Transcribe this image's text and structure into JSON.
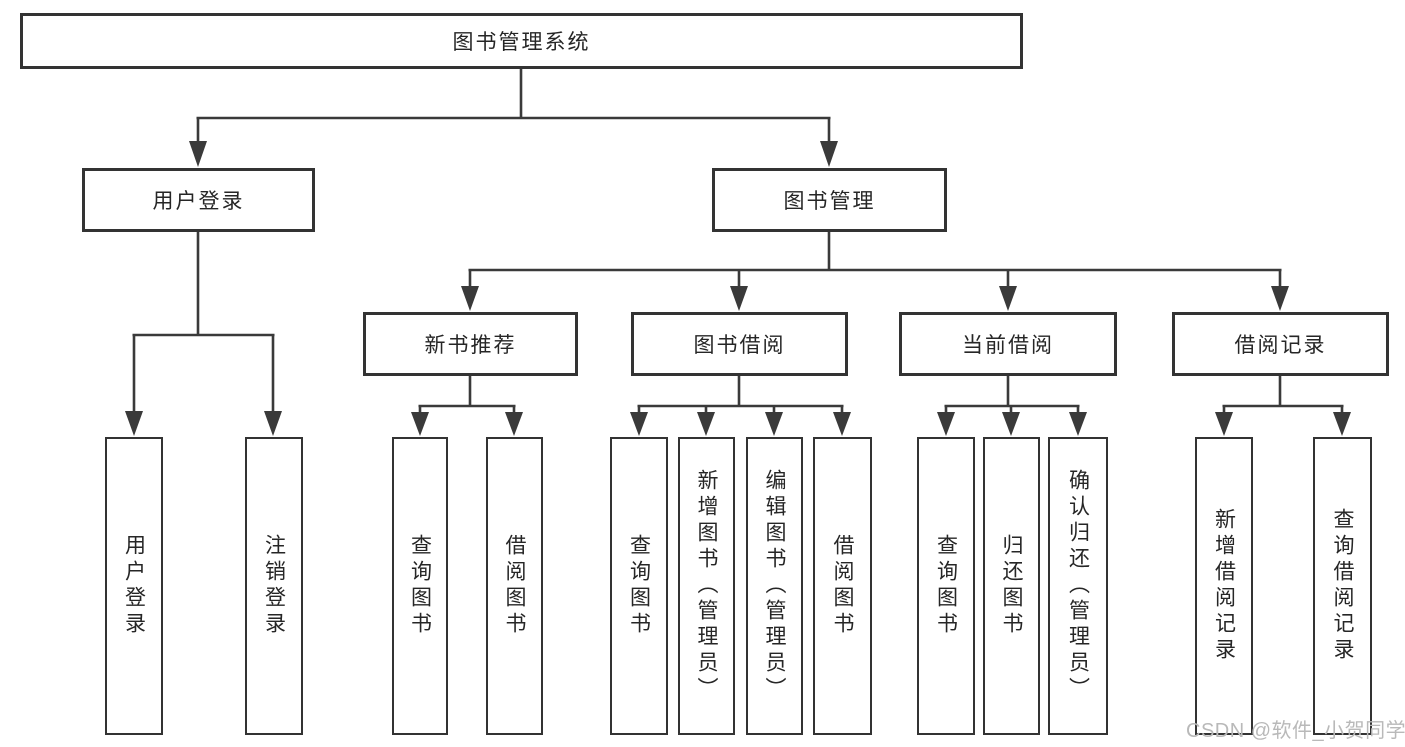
{
  "tree": {
    "root": {
      "label": "图书管理系统"
    },
    "branches": [
      {
        "label": "用户登录",
        "leaves": [
          "用户登录",
          "注销登录"
        ]
      },
      {
        "label": "图书管理",
        "children": [
          {
            "label": "新书推荐",
            "leaves": [
              "查询图书",
              "借阅图书"
            ]
          },
          {
            "label": "图书借阅",
            "leaves": [
              "查询图书",
              "新增图书（管理员）",
              "编辑图书（管理员）",
              "借阅图书"
            ]
          },
          {
            "label": "当前借阅",
            "leaves": [
              "查询图书",
              "归还图书",
              "确认归还（管理员）"
            ]
          },
          {
            "label": "借阅记录",
            "leaves": [
              "新增借阅记录",
              "查询借阅记录"
            ]
          }
        ]
      }
    ]
  },
  "watermark": {
    "text": "CSDN @软件_小贺同学"
  },
  "colors": {
    "line": "#3a3a3a",
    "box_border": "#333333",
    "text": "#262626",
    "watermark": "#b9b9b9",
    "background": "#ffffff"
  }
}
